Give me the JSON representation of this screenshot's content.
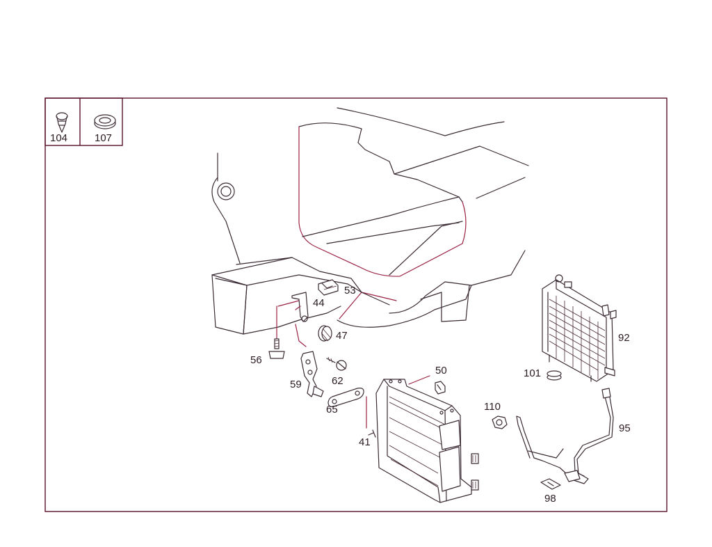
{
  "legend": {
    "items": [
      {
        "icon": "clip-fastener-icon",
        "number": "104"
      },
      {
        "icon": "grommet-icon",
        "number": "107"
      }
    ]
  },
  "callouts": {
    "c44": "44",
    "c53": "53",
    "c47": "47",
    "c56": "56",
    "c62": "62",
    "c59": "59",
    "c65": "65",
    "c50": "50",
    "c41": "41",
    "c110": "110",
    "c92": "92",
    "c101": "101",
    "c95": "95",
    "c98": "98"
  },
  "colors": {
    "frame": "#5a1028",
    "line": "#3a2a33",
    "accent": "#9b2244"
  }
}
